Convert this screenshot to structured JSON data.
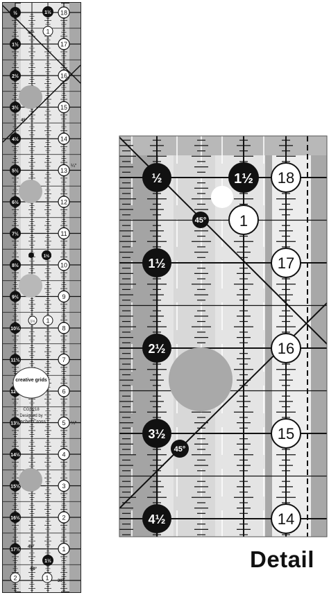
{
  "ruler": {
    "brand_logo_text": "creative grids",
    "model": "CGR218",
    "designed_by": "Designed by",
    "designer": "Rachel Cross",
    "angle_markers": [
      "45°",
      "45°",
      "45°",
      "60°",
      "30°"
    ],
    "inch_numbers": [
      "1",
      "2",
      "3",
      "4",
      "5",
      "6",
      "7",
      "8",
      "9",
      "10",
      "11",
      "12",
      "13",
      "14",
      "15",
      "16",
      "17",
      "18"
    ],
    "left_badges": [
      "½",
      "1½",
      "2½",
      "3½",
      "4½",
      "5½",
      "6½",
      "7½",
      "8½",
      "9½",
      "10½",
      "11½",
      "12½",
      "13½",
      "14½",
      "15½",
      "16½",
      "17½"
    ],
    "top_right_badge": "1½",
    "bottom_right_badge": "1½",
    "small_badge_1_half": "1½",
    "small_badge_1": "1",
    "quarter_mark": "¼\"",
    "width_markers": [
      "1",
      "2",
      "1"
    ]
  },
  "detail": {
    "caption": "Detail",
    "numbers": [
      "18",
      "17",
      "16",
      "15",
      "14"
    ],
    "left_badges": [
      "½",
      "1½",
      "2½",
      "3½",
      "4½"
    ],
    "top_badge": "1½",
    "inner_number": "1",
    "angle_upper": "45°",
    "angle_lower": "45°"
  },
  "colors": {
    "ruler_dark": "#7a7a7a",
    "ruler_light": "#e6e6e6",
    "ruler_mid": "#c7c7c7",
    "badge_black": "#111111",
    "line_black": "#111111",
    "dot_grey": "#a9a9a9"
  }
}
